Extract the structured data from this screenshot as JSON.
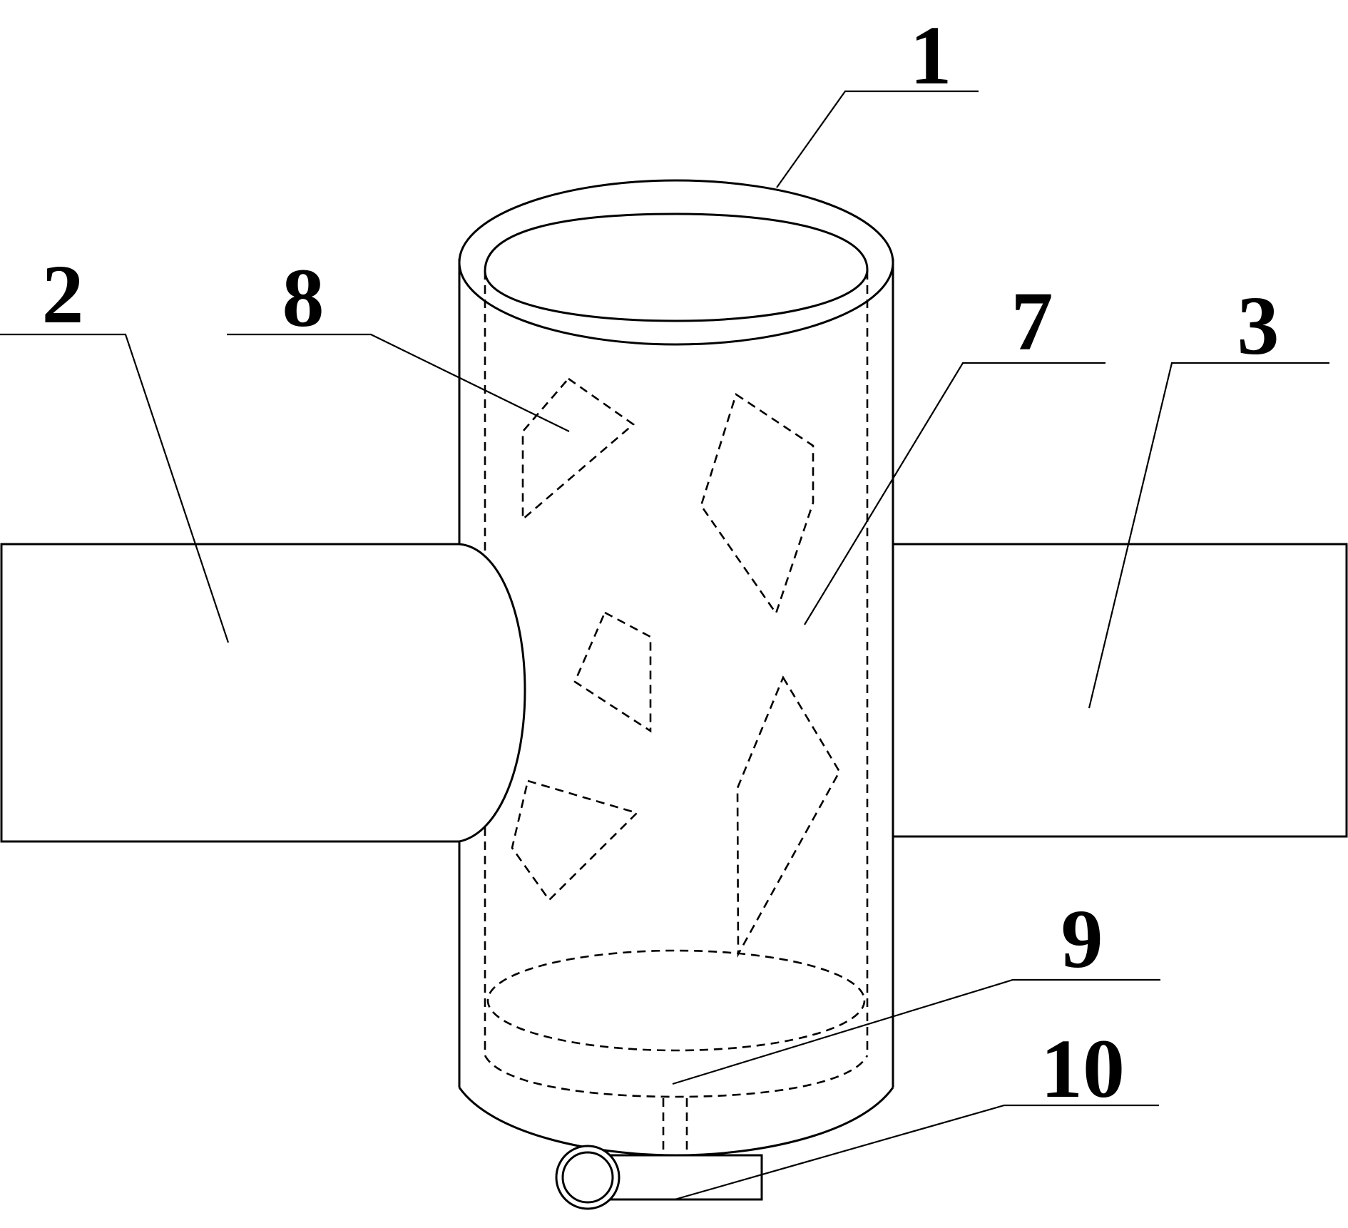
{
  "labels": {
    "l1": "1",
    "l2": "2",
    "l3": "3",
    "l7": "7",
    "l8": "8",
    "l9": "9",
    "l10": "10"
  },
  "colors": {
    "line": "#000000",
    "background": "#ffffff"
  }
}
